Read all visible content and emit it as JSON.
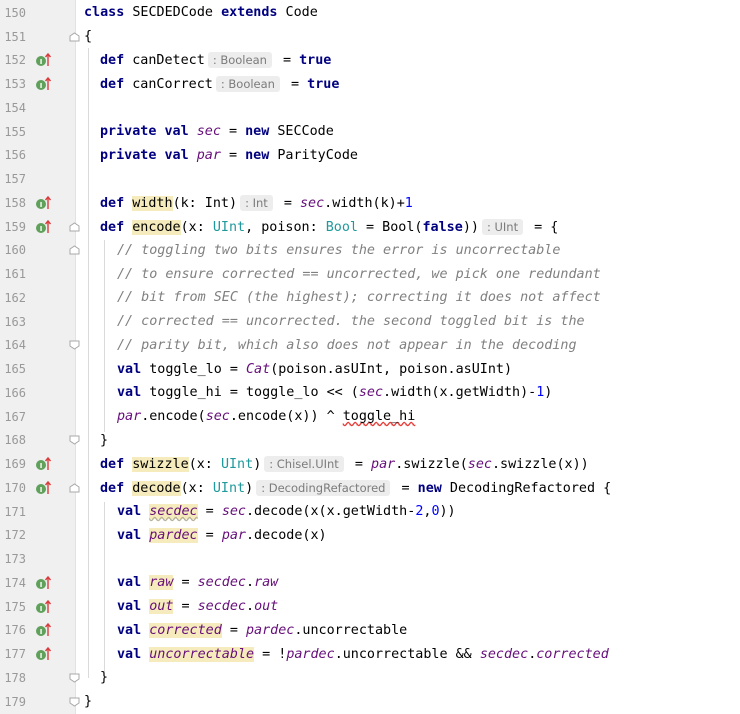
{
  "line_numbers": [
    "150",
    "151",
    "152",
    "153",
    "154",
    "155",
    "156",
    "157",
    "158",
    "159",
    "160",
    "161",
    "162",
    "163",
    "164",
    "165",
    "166",
    "167",
    "168",
    "169",
    "170",
    "171",
    "172",
    "173",
    "174",
    "175",
    "176",
    "177",
    "178",
    "179"
  ],
  "hints": {
    "can_detect_type": ": Boolean",
    "can_correct_type": ": Boolean",
    "width_type": ": Int",
    "encode_type": ": UInt",
    "swizzle_type": ": Chisel.UInt",
    "decode_type": ": DecodingRefactored"
  },
  "code": {
    "l150": {
      "kw1": "class",
      "name": " SECDEDCode ",
      "kw2": "extends",
      "rest": " Code"
    },
    "l151": {
      "text": "{"
    },
    "l152": {
      "kw": "def",
      "name": " canDetect",
      "eq": " = ",
      "val": "true"
    },
    "l153": {
      "kw": "def",
      "name": " canCorrect",
      "eq": " = ",
      "val": "true"
    },
    "l155": {
      "kw": "private val",
      "fld": "sec",
      "eq": " = ",
      "kw2": "new",
      "rest": " SECCode"
    },
    "l156": {
      "kw": "private val",
      "fld": "par",
      "eq": " = ",
      "kw2": "new",
      "rest": " ParityCode"
    },
    "l158": {
      "kw": "def",
      "name": "width",
      "args": "(k: Int)",
      "eq": " = ",
      "fld": "sec",
      "rest": ".width(k)+",
      "num": "1"
    },
    "l159": {
      "kw": "def",
      "name": "encode",
      "a1": "(x: ",
      "t1": "UInt",
      "a2": ", poison: ",
      "t2": "Bool",
      "a3": " = Bool(",
      "kw2": "false",
      "a4": "))",
      "eq": " = {"
    },
    "l160": {
      "text": "// toggling two bits ensures the error is uncorrectable"
    },
    "l161": {
      "text": "// to ensure corrected == uncorrected, we pick one redundant"
    },
    "l162": {
      "text": "// bit from SEC (the highest); correcting it does not affect"
    },
    "l163": {
      "text": "// corrected == uncorrected. the second toggled bit is the"
    },
    "l164": {
      "text": "// parity bit, which also does not appear in the decoding"
    },
    "l165": {
      "kw": "val",
      "name": " toggle_lo = ",
      "fn": "Cat",
      "rest": "(poison.asUInt, poison.asUInt)"
    },
    "l166": {
      "kw": "val",
      "name": " toggle_hi = toggle_lo << (",
      "fld": "sec",
      "rest": ".width(x.getWidth)-",
      "num": "1",
      ")": ")"
    },
    "l167": {
      "fld1": "par",
      "r1": ".encode(",
      "fld2": "sec",
      "r2": ".encode(x)) ^ ",
      "sq": "toggle_hi"
    },
    "l168": {
      "text": "}"
    },
    "l169": {
      "kw": "def",
      "name": "swizzle",
      "a1": "(x: ",
      "t1": "UInt",
      "a2": ")",
      "eq": " = ",
      "fld1": "par",
      "r1": ".swizzle(",
      "fld2": "sec",
      "r2": ".swizzle(x))"
    },
    "l170": {
      "kw": "def",
      "name": "decode",
      "a1": "(x: ",
      "t1": "UInt",
      "a2": ")",
      "eq": " = ",
      "kw2": "new",
      "rest": " DecodingRefactored {"
    },
    "l171": {
      "kw": "val",
      "name": "secdec",
      "eq": " = ",
      "fld": "sec",
      "r1": ".decode(x(x.getWidth-",
      "n1": "2",
      ",": ",",
      "n2": "0",
      "r2": "))"
    },
    "l172": {
      "kw": "val",
      "name": "pardec",
      "eq": " = ",
      "fld": "par",
      "r1": ".decode(x)"
    },
    "l174": {
      "kw": "val",
      "name": "raw",
      "eq": " = ",
      "fld": "secdec",
      "r1": ".",
      "f2": "raw"
    },
    "l175": {
      "kw": "val",
      "name": "out",
      "eq": " = ",
      "fld": "secdec",
      "r1": ".",
      "f2": "out"
    },
    "l176": {
      "kw": "val",
      "name": "corrected",
      "eq": " = ",
      "fld": "pardec",
      "r1": ".uncorrectable"
    },
    "l177": {
      "kw": "val",
      "name": "uncorrectable",
      "eq": " = !",
      "fld": "pardec",
      "r1": ".uncorrectable && ",
      "fld2": "secdec",
      "r2": ".",
      "f3": "corrected"
    },
    "l178": {
      "text": "}"
    },
    "l179": {
      "text": "}"
    }
  },
  "colors": {
    "keyword": "#000080",
    "field": "#660e7a",
    "number": "#0000ff",
    "comment": "#808080",
    "type": "#20999d",
    "highlight": "#f6ebbc",
    "gutter": "#f0f0f0"
  },
  "icons": {
    "implements": "implements-up-arrow-icon",
    "fold": "fold-marker-icon"
  }
}
